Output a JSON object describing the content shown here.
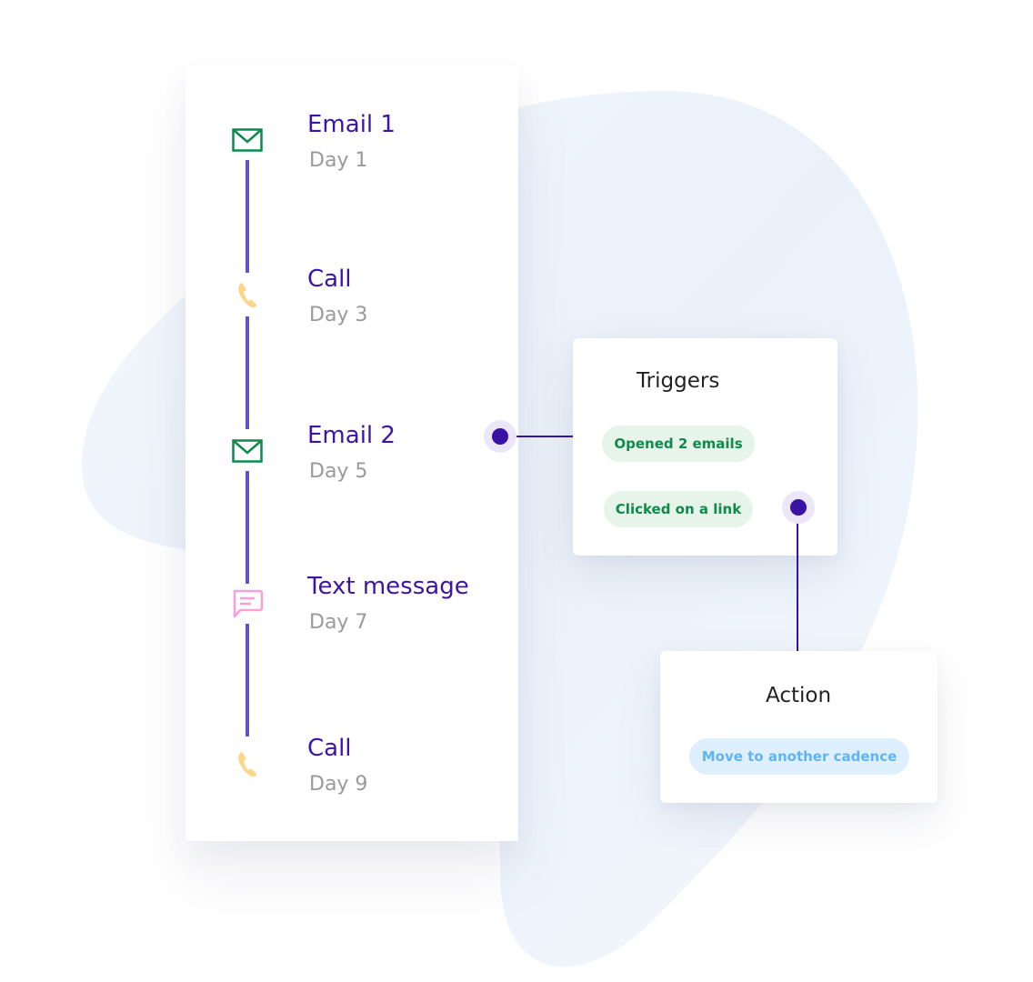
{
  "cadence": {
    "steps": [
      {
        "title": "Email 1",
        "day": "Day 1",
        "icon": "email-icon",
        "color": "#0b8a4e"
      },
      {
        "title": "Call",
        "day": "Day 3",
        "icon": "phone-icon",
        "color": "#fed587"
      },
      {
        "title": "Email 2",
        "day": "Day 5",
        "icon": "email-icon",
        "color": "#0b8a4e"
      },
      {
        "title": "Text message",
        "day": "Day 7",
        "icon": "chat-message-icon",
        "color": "#fb9fd6"
      },
      {
        "title": "Call",
        "day": "Day 9",
        "icon": "phone-icon",
        "color": "#fed587"
      }
    ],
    "line_color": "#5b55cc"
  },
  "triggers": {
    "title": "Triggers",
    "items": [
      {
        "label": "Opened 2 emails"
      },
      {
        "label": "Clicked on a link"
      }
    ]
  },
  "action": {
    "title": "Action",
    "items": [
      {
        "label": "Move to another cadence"
      }
    ]
  },
  "colors": {
    "accent": "#3a13a5",
    "title_text": "#3c14a8",
    "muted_text": "#9a9a9a",
    "trigger_pill_bg": "#e6f4e9",
    "trigger_pill_text": "#0f8a4c",
    "action_pill_bg": "#def0fd",
    "action_pill_text": "#62b3f4"
  }
}
